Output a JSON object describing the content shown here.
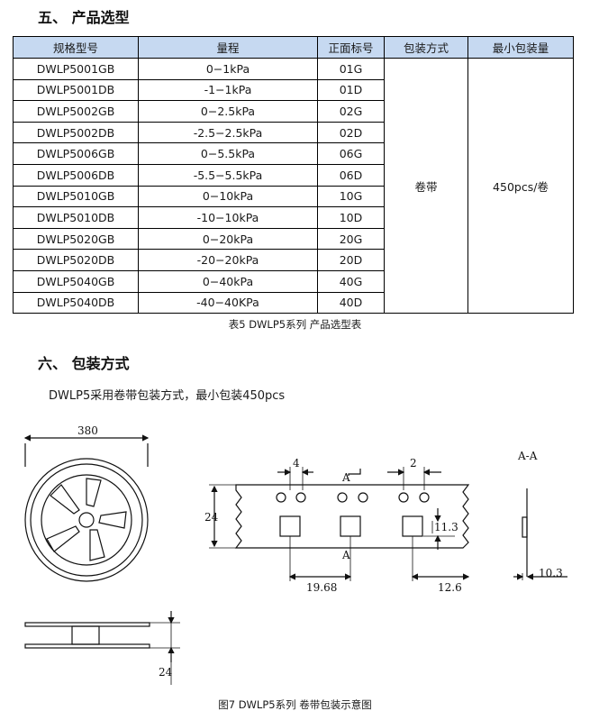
{
  "section5": {
    "title": "五、 产品选型"
  },
  "table": {
    "headers": [
      "规格型号",
      "量程",
      "正面标号",
      "包装方式",
      "最小包装量"
    ],
    "rows": [
      [
        "DWLP5001GB",
        "0−1kPa",
        "01G"
      ],
      [
        "DWLP5001DB",
        "-1−1kPa",
        "01D"
      ],
      [
        "DWLP5002GB",
        "0−2.5kPa",
        "02G"
      ],
      [
        "DWLP5002DB",
        "-2.5−2.5kPa",
        "02D"
      ],
      [
        "DWLP5006GB",
        "0−5.5kPa",
        "06G"
      ],
      [
        "DWLP5006DB",
        "-5.5−5.5kPa",
        "06D"
      ],
      [
        "DWLP5010GB",
        "0−10kPa",
        "10G"
      ],
      [
        "DWLP5010DB",
        "-10−10kPa",
        "10D"
      ],
      [
        "DWLP5020GB",
        "0−20kPa",
        "20G"
      ],
      [
        "DWLP5020DB",
        "-20−20kPa",
        "20D"
      ],
      [
        "DWLP5040GB",
        "0−40kPa",
        "40G"
      ],
      [
        "DWLP5040DB",
        "-40−40KPa",
        "40D"
      ]
    ],
    "packaging": "卷带",
    "min_quantity": "450pcs/卷",
    "caption": "表5 DWLP5系列  产品选型表",
    "header_color": "#c6d9f1"
  },
  "section6": {
    "title": "六、 包装方式",
    "paragraph": "DWLP5采用卷带包装方式，最小包装450pcs"
  },
  "figure": {
    "reel_diameter": "380",
    "tape_width": "24",
    "hole_pitch_label": "4",
    "hole_spacing_label": "2",
    "section_mark": "A",
    "section_title": "A-A",
    "pocket_depth": "11.3",
    "pitch_1": "19.68",
    "pitch_2": "12.6",
    "thickness": "10.3",
    "reel_width": "24",
    "caption": "图7 DWLP5系列  卷带包装示意图"
  }
}
